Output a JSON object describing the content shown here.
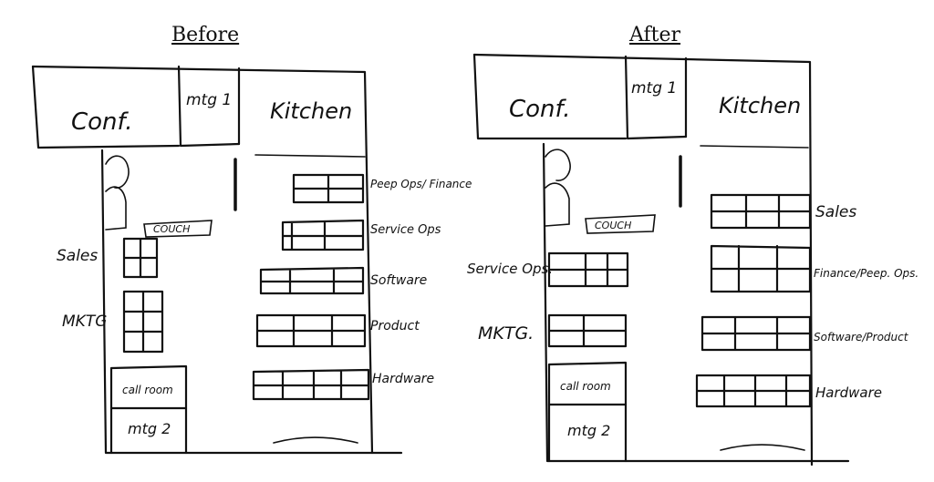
{
  "before": {
    "title": "Before",
    "rooms": {
      "conf": "Conf.",
      "mtg1": "mtg 1",
      "kitchen": "Kitchen",
      "couch": "COUCH",
      "call_room": "call room",
      "mtg2": "mtg 2"
    },
    "left_labels": [
      "Sales",
      "MKTG"
    ],
    "right_labels": [
      "Peep Ops/ Finance",
      "Service Ops",
      "Software",
      "Product",
      "Hardware"
    ]
  },
  "after": {
    "title": "After",
    "rooms": {
      "conf": "Conf.",
      "mtg1": "mtg 1",
      "kitchen": "Kitchen",
      "couch": "COUCH",
      "call_room": "call room",
      "mtg2": "mtg 2"
    },
    "left_labels": [
      "Service Ops.",
      "MKTG."
    ],
    "right_labels": [
      "Sales",
      "Finance/Peep. Ops.",
      "Software/Product",
      "Hardware"
    ]
  }
}
